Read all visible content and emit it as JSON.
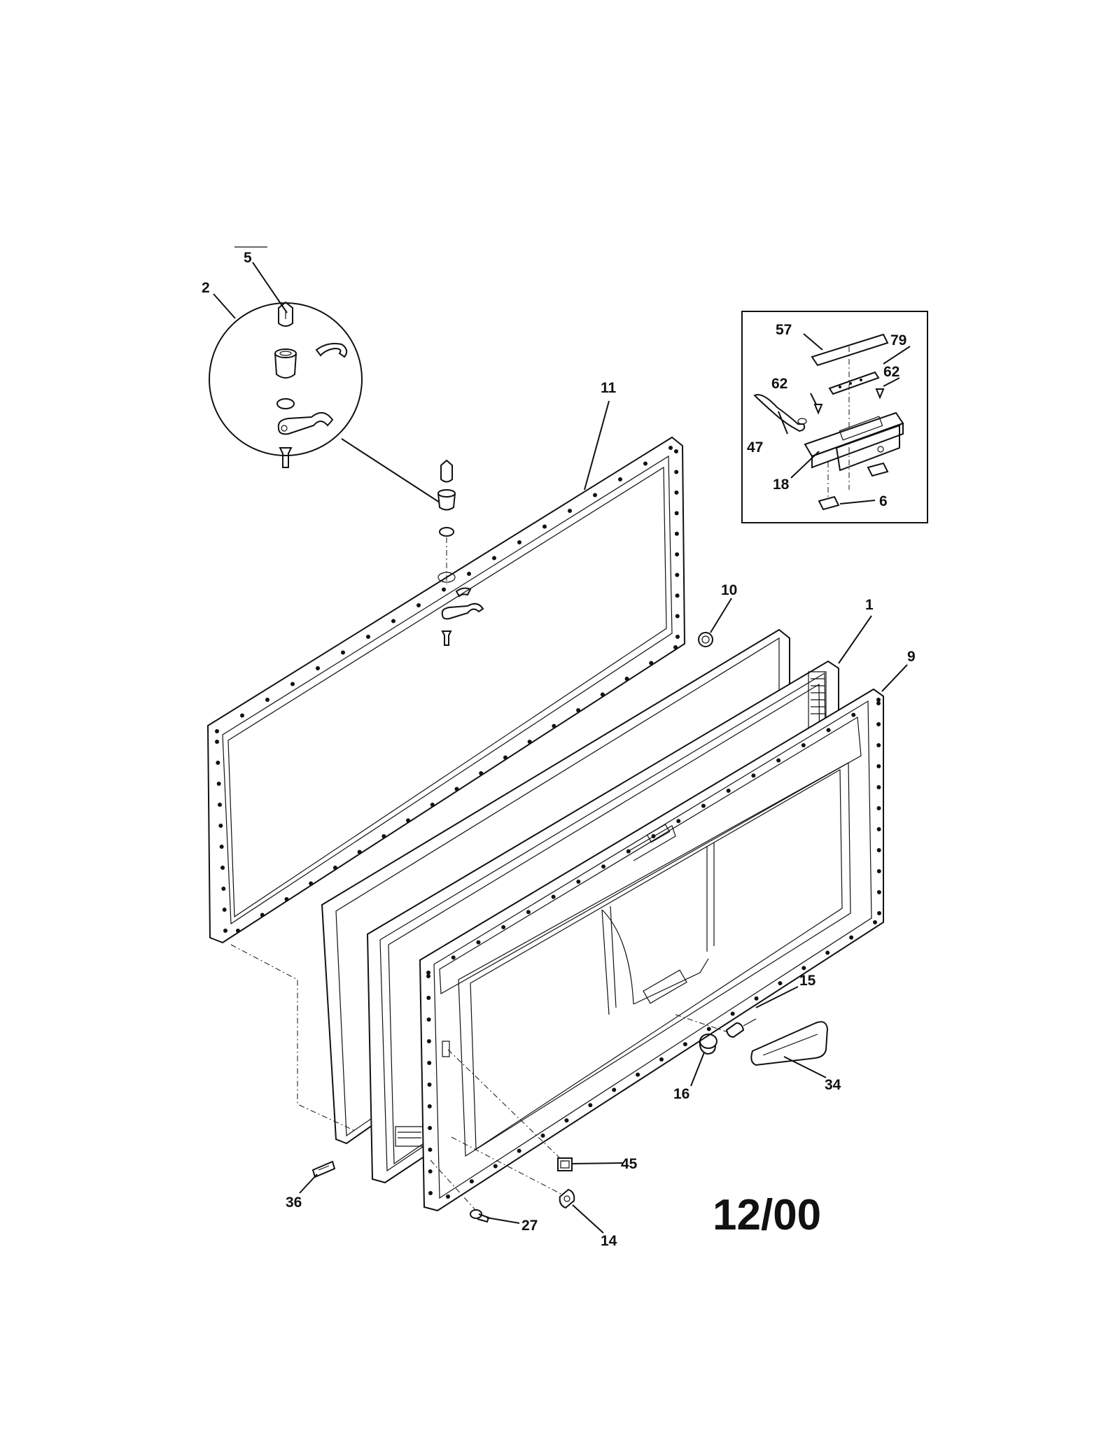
{
  "labels": {
    "l5": "5",
    "l2": "2",
    "l11": "11",
    "l57": "57",
    "l79": "79",
    "l62a": "62",
    "l62b": "62",
    "l47": "47",
    "l18": "18",
    "l6": "6",
    "l10": "10",
    "l1": "1",
    "l9": "9",
    "l15": "15",
    "l16": "16",
    "l34": "34",
    "l45": "45",
    "l36": "36",
    "l27": "27",
    "l14": "14"
  },
  "date_code": "12/00"
}
